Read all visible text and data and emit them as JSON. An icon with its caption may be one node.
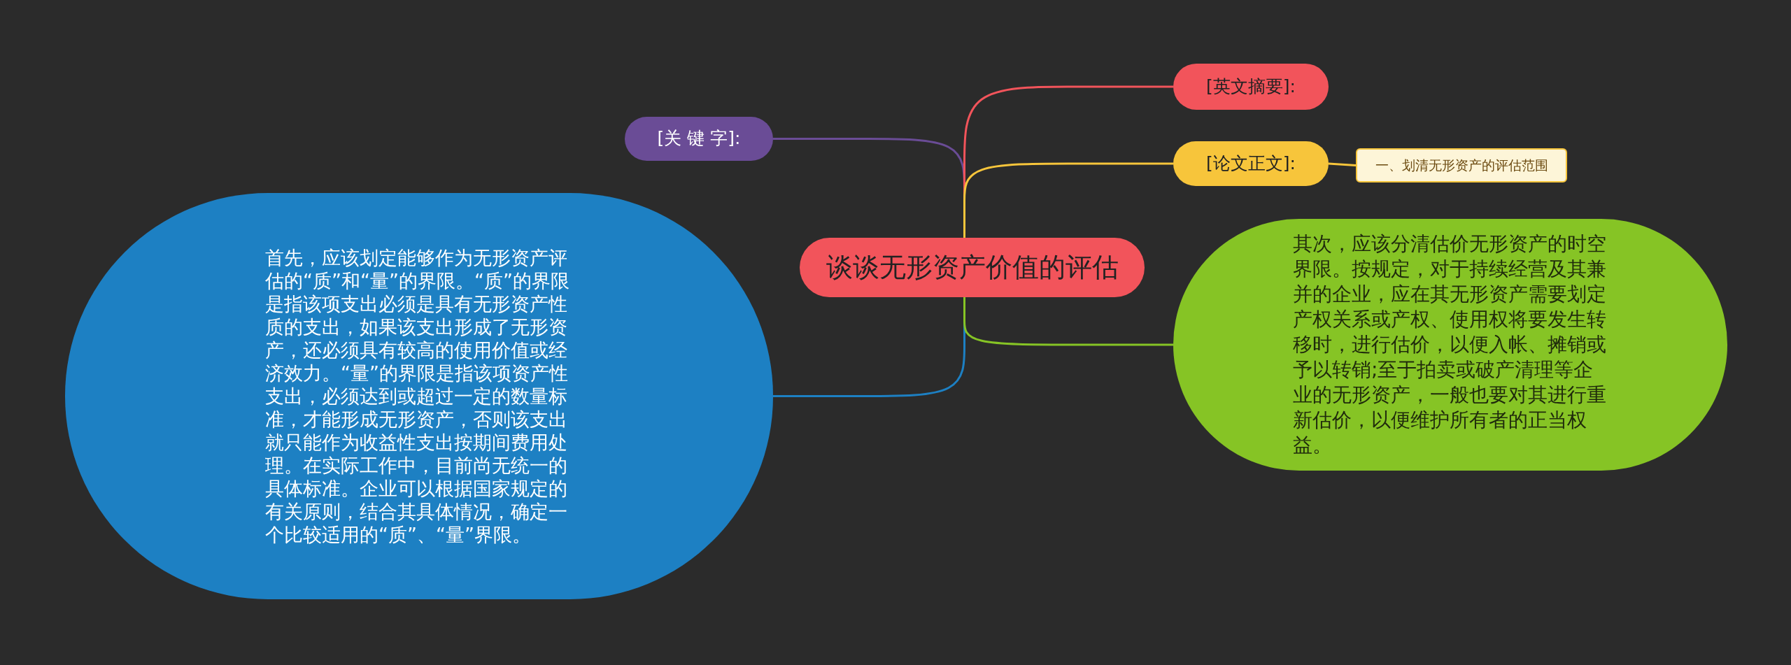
{
  "diagram": {
    "nodes": [
      {
        "text": [
          "谈谈无形资产价值的评估"
        ]
      },
      {
        "text": [
          "[关 键 字]:"
        ]
      },
      {
        "text": [
          "[英文摘要]:"
        ]
      },
      {
        "text": [
          "[论文正文]:"
        ]
      },
      {
        "text": [
          "一、划清无形资产的评估范围"
        ]
      },
      {
        "text": [
          "首先，应该划定能够作为无形资产评估的“质”和“量”的界限。“质”的界限是指该项支出必须是具有无形资产性质的支出，如果该支出形成了无形资产，还必须具有较高的使用价值或经济效力。“量”的界限是指该项资产性支出，必须达到或超过一定的数量标准，才能形成无形资产，否则该支出就只能作为收益性支出按期间费用处理。在实际工作中，目前尚无统一的具体标准。企业可以根据国家规定的有关原则，结合其具体情况，确定一个比较适用的“质”、“量”界限。"
        ]
      },
      {
        "text": [
          "其次，应该分清估价无形资产的时空界限。按规定，对于持续经营及其兼并的企业，应在其无形资产需要划定产权关系或产权、使用权将要发生转移时，进行估价，以便入帐、摊销或予以转销;至于拍卖或破产清理等企业的无形资产，一般也要对其进行重新估价，以便维护所有者的正当权益。"
        ]
      }
    ],
    "edges": [
      {
        "from": 0,
        "to": 1,
        "arrow": "none",
        "color": "#6a4c96"
      },
      {
        "from": 0,
        "to": 2,
        "arrow": "none",
        "color": "#f2545b"
      },
      {
        "from": 0,
        "to": 3,
        "arrow": "none",
        "color": "#f7c53b"
      },
      {
        "from": 3,
        "to": 4,
        "arrow": "none",
        "color": "#f7c53b"
      },
      {
        "from": 0,
        "to": 5,
        "arrow": "none",
        "color": "#1d80c3"
      },
      {
        "from": 0,
        "to": 6,
        "arrow": "none",
        "color": "#86c425"
      }
    ]
  }
}
